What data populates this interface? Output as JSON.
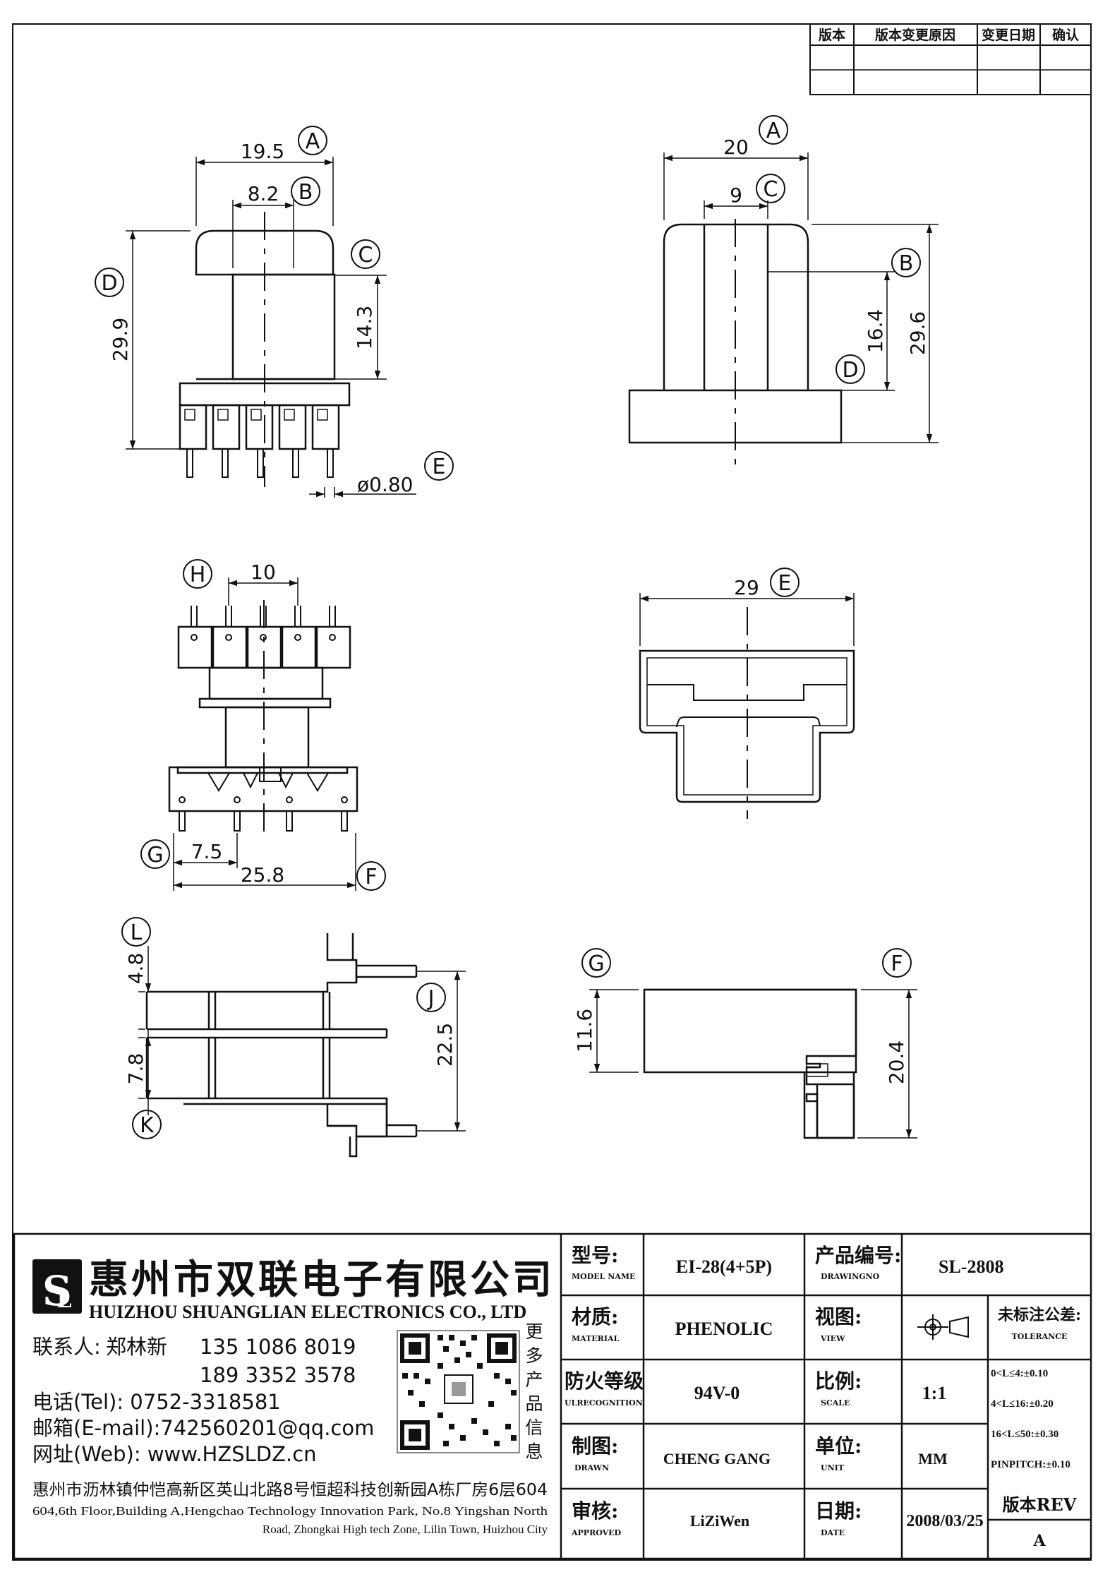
{
  "revision_table": {
    "headers": [
      "版本",
      "版本变更原因",
      "变更日期",
      "确认"
    ]
  },
  "dimensions": {
    "front_width": "19.5",
    "front_inner_width": "8.2",
    "front_window_height": "14.3",
    "front_total_height": "29.9",
    "pin_diameter": "ø0.80",
    "side_width": "20",
    "side_inner_width": "9",
    "side_window_height": "16.4",
    "side_total_height": "29.6",
    "bottom_pin_pitch": "10",
    "bottom_row_start": "7.5",
    "bottom_total_width": "25.8",
    "top_width": "29",
    "left_upper_height": "4.8",
    "left_lower_height": "7.8",
    "left_total_height": "22.5",
    "right_height": "11.6",
    "right_total_height": "20.4"
  },
  "bubbles": {
    "a": "A",
    "b": "B",
    "c": "C",
    "d": "D",
    "e": "E",
    "f": "F",
    "g": "G",
    "h": "H",
    "j": "J",
    "k": "K",
    "l": "L"
  },
  "company": {
    "name_cn": "惠州市双联电子有限公司",
    "name_en": "HUIZHOU SHUANGLIAN ELECTRONICS CO., LTD",
    "contact_label": "联系人:",
    "contact_name": "郑林新",
    "phone_1": "135 1086 8019",
    "phone_2": "189 3352 3578",
    "tel": "电话(Tel): 0752-3318581",
    "email": "邮箱(E-mail):742560201@qq.com",
    "web": "网址(Web): www.HZSLDZ.cn",
    "more_info": [
      "更",
      "多",
      "产",
      "品",
      "信",
      "息"
    ],
    "address_cn": "惠州市沥林镇仲恺高新区英山北路8号恒超科技创新园A栋厂房6层604",
    "address_en_1": "604,6th Floor,Building A,Hengchao Technology Innovation Park, No.8 Yingshan North",
    "address_en_2": "Road, Zhongkai High tech Zone, Lilin Town, Huizhou City"
  },
  "title_block": {
    "model_label": "型号:",
    "model_label_en": "MODEL NAME",
    "model_value": "EI-28(4+5P)",
    "drawing_no_label": "产品编号:",
    "drawing_no_label_en": "DRAWINGNO",
    "drawing_no_value": "SL-2808",
    "material_label": "材质:",
    "material_label_en": "MATERIAL",
    "material_value": "PHENOLIC",
    "view_label": "视图:",
    "view_label_en": "VIEW",
    "tolerance_label": "未标注公差:",
    "tolerance_label_en": "TOLERANCE",
    "tolerances": [
      "0<L≤4:±0.10",
      "4<L≤16:±0.20",
      "16<L≤50:±0.30",
      "PINPITCH:±0.10"
    ],
    "flame_label": "防火等级",
    "flame_label_en": "ULRECOGNITION",
    "flame_value": "94V-0",
    "scale_label": "比例:",
    "scale_label_en": "SCALE",
    "scale_value": "1:1",
    "drawn_label": "制图:",
    "drawn_label_en": "DRAWN",
    "drawn_value": "CHENG GANG",
    "unit_label": "单位:",
    "unit_label_en": "UNIT",
    "unit_value": "MM",
    "approved_label": "审核:",
    "approved_label_en": "APPROVED",
    "approved_value": "LiZiWen",
    "date_label": "日期:",
    "date_label_en": "DATE",
    "date_value": "2008/03/25",
    "rev_label": "版本REV",
    "rev_value": "A"
  }
}
